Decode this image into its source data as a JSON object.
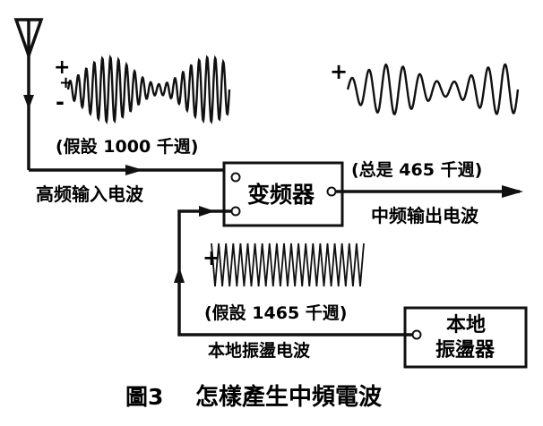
{
  "diagram": {
    "nodes": {
      "mixer": {
        "label": "变频器"
      },
      "local_osc": {
        "label_line1": "本地",
        "label_line2": "振盪器"
      }
    },
    "labels": {
      "input_wave": "高频输入电波",
      "input_freq": "(假設 1000 千週)",
      "output_freq": "(总是 465 千週)",
      "output_wave": "中频输出电波",
      "local_freq": "(假設 1465 千週)",
      "local_wave": "本地振盪电波"
    },
    "signs": {
      "plus": "+",
      "minus": "-"
    }
  },
  "caption": {
    "figure_no": "圖3",
    "text": "怎樣產生中頻電波"
  }
}
